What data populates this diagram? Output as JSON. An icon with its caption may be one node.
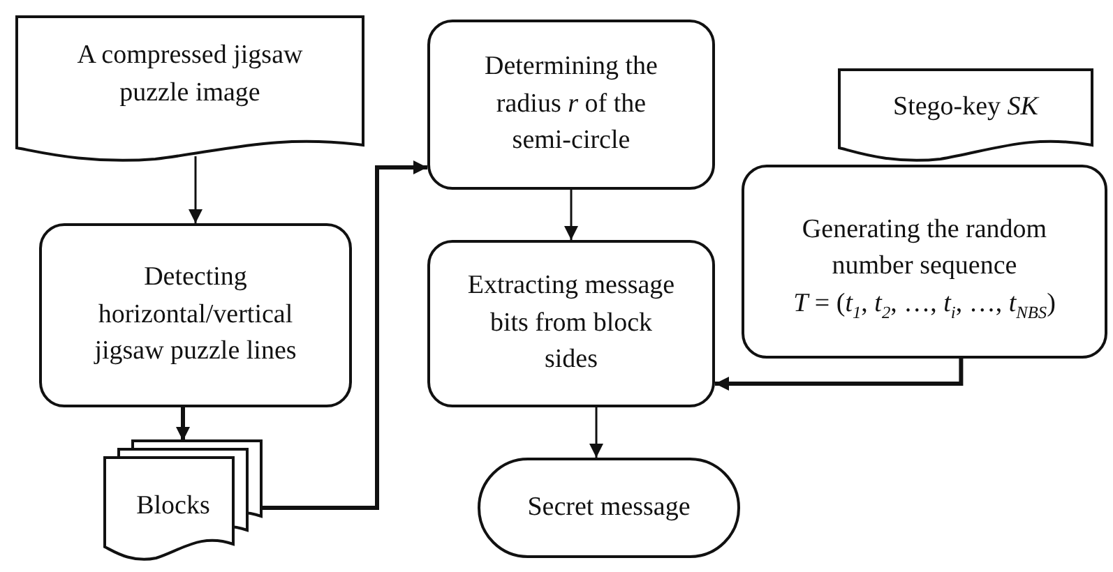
{
  "diagram": {
    "nodes": [
      {
        "text": [
          "A compressed jigsaw puzzle image"
        ]
      },
      {
        "text": [
          "Detecting horizontal/vertical jigsaw puzzle lines"
        ]
      },
      {
        "text": [
          "Blocks"
        ]
      },
      {
        "text": [
          "Determining the radius *r* of the semi-circle"
        ]
      },
      {
        "text": [
          "Extracting message bits from block sides"
        ]
      },
      {
        "text": [
          "Secret message"
        ]
      },
      {
        "text": [
          "Stego-key *SK*"
        ]
      },
      {
        "text": [
          "Generating the random number sequence",
          "*T* = (*t*$_{1}$, *t*$_{2}$, …, *t*$_{i}$, …, *t*$_{NBS}$)"
        ]
      }
    ],
    "edges": [
      {
        "from": 0,
        "to": 1,
        "arrow": "to"
      },
      {
        "from": 1,
        "to": 2,
        "arrow": "to",
        "style": "thick"
      },
      {
        "from": 2,
        "to": 3,
        "arrow": "to",
        "style": "thick"
      },
      {
        "from": 3,
        "to": 4,
        "arrow": "to"
      },
      {
        "from": 4,
        "to": 5,
        "arrow": "to"
      },
      {
        "from": 7,
        "to": 4,
        "arrow": "to",
        "style": "thick"
      }
    ]
  }
}
